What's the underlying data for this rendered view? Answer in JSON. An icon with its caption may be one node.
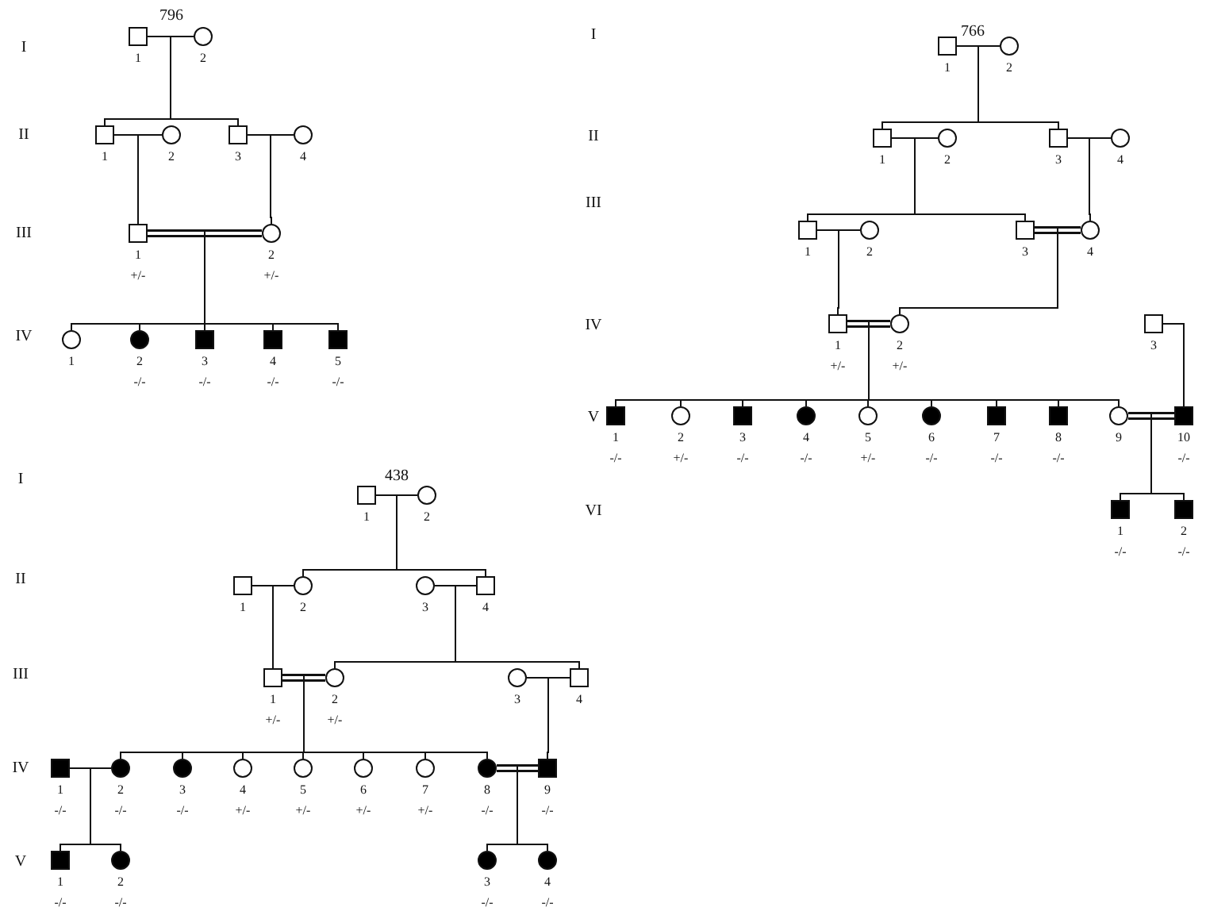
{
  "diagram": {
    "nodes": [
      {
        "text": [],
        "shape": "box",
        "beside": [
          "1"
        ]
      },
      {
        "text": [],
        "shape": "circle",
        "beside": [
          "2"
        ]
      },
      {
        "text": [],
        "shape": "box",
        "beside": [
          "1"
        ]
      },
      {
        "text": [],
        "shape": "circle",
        "beside": [
          "2"
        ]
      },
      {
        "text": [],
        "shape": "box",
        "beside": [
          "3"
        ]
      },
      {
        "text": [],
        "shape": "circle",
        "beside": [
          "4"
        ]
      },
      {
        "text": [],
        "shape": "box",
        "beside": [
          "1",
          "+/-"
        ]
      },
      {
        "text": [],
        "shape": "circle",
        "beside": [
          "2",
          "+/-"
        ]
      },
      {
        "text": [],
        "shape": "circle",
        "beside": [
          "1"
        ]
      },
      {
        "text": [],
        "shape": "circle",
        "beside": [
          "2",
          "-/-"
        ]
      },
      {
        "text": [],
        "shape": "box",
        "beside": [
          "3",
          "-/-"
        ]
      },
      {
        "text": [],
        "shape": "box",
        "beside": [
          "4",
          "-/-"
        ]
      },
      {
        "text": [],
        "shape": "box",
        "beside": [
          "5",
          "-/-"
        ]
      },
      {
        "text": [],
        "shape": "box",
        "beside": [
          "1"
        ]
      },
      {
        "text": [],
        "shape": "circle",
        "beside": [
          "2"
        ]
      },
      {
        "text": [],
        "shape": "box",
        "beside": [
          "1"
        ]
      },
      {
        "text": [],
        "shape": "circle",
        "beside": [
          "2"
        ]
      },
      {
        "text": [],
        "shape": "box",
        "beside": [
          "3"
        ]
      },
      {
        "text": [],
        "shape": "circle",
        "beside": [
          "4"
        ]
      },
      {
        "text": [],
        "shape": "box",
        "beside": [
          "1"
        ]
      },
      {
        "text": [],
        "shape": "circle",
        "beside": [
          "2"
        ]
      },
      {
        "text": [],
        "shape": "box",
        "beside": [
          "3"
        ]
      },
      {
        "text": [],
        "shape": "circle",
        "beside": [
          "4"
        ]
      },
      {
        "text": [],
        "shape": "box",
        "beside": [
          "1",
          "+/-"
        ]
      },
      {
        "text": [],
        "shape": "circle",
        "beside": [
          "2",
          "+/-"
        ]
      },
      {
        "text": [],
        "shape": "box",
        "beside": [
          "3"
        ]
      },
      {
        "text": [],
        "shape": "box",
        "beside": [
          "1",
          "-/-"
        ]
      },
      {
        "text": [],
        "shape": "circle",
        "beside": [
          "2",
          "+/-"
        ]
      },
      {
        "text": [],
        "shape": "box",
        "beside": [
          "3",
          "-/-"
        ]
      },
      {
        "text": [],
        "shape": "circle",
        "beside": [
          "4",
          "-/-"
        ]
      },
      {
        "text": [],
        "shape": "circle",
        "beside": [
          "5",
          "+/-"
        ]
      },
      {
        "text": [],
        "shape": "circle",
        "beside": [
          "6",
          "-/-"
        ]
      },
      {
        "text": [],
        "shape": "box",
        "beside": [
          "7",
          "-/-"
        ]
      },
      {
        "text": [],
        "shape": "box",
        "beside": [
          "8",
          "-/-"
        ]
      },
      {
        "text": [],
        "shape": "circle",
        "beside": [
          "9"
        ]
      },
      {
        "text": [],
        "shape": "box",
        "beside": [
          "10",
          "-/-"
        ]
      },
      {
        "text": [],
        "shape": "box",
        "beside": [
          "1",
          "-/-"
        ]
      },
      {
        "text": [],
        "shape": "box",
        "beside": [
          "2",
          "-/-"
        ]
      },
      {
        "text": [],
        "shape": "box",
        "beside": [
          "1"
        ]
      },
      {
        "text": [],
        "shape": "circle",
        "beside": [
          "2"
        ]
      },
      {
        "text": [],
        "shape": "box",
        "beside": [
          "1"
        ]
      },
      {
        "text": [],
        "shape": "circle",
        "beside": [
          "2"
        ]
      },
      {
        "text": [],
        "shape": "circle",
        "beside": [
          "3"
        ]
      },
      {
        "text": [],
        "shape": "box",
        "beside": [
          "4"
        ]
      },
      {
        "text": [],
        "shape": "box",
        "beside": [
          "1",
          "+/-"
        ]
      },
      {
        "text": [],
        "shape": "circle",
        "beside": [
          "2",
          "+/-"
        ]
      },
      {
        "text": [],
        "shape": "circle",
        "beside": [
          "3"
        ]
      },
      {
        "text": [],
        "shape": "box",
        "beside": [
          "4"
        ]
      },
      {
        "text": [],
        "shape": "box",
        "beside": [
          "1",
          "-/-"
        ]
      },
      {
        "text": [],
        "shape": "circle",
        "beside": [
          "2",
          "-/-"
        ]
      },
      {
        "text": [],
        "shape": "circle",
        "beside": [
          "3",
          "-/-"
        ]
      },
      {
        "text": [],
        "shape": "circle",
        "beside": [
          "4",
          "+/-"
        ]
      },
      {
        "text": [],
        "shape": "circle",
        "beside": [
          "5",
          "+/-"
        ]
      },
      {
        "text": [],
        "shape": "circle",
        "beside": [
          "6",
          "+/-"
        ]
      },
      {
        "text": [],
        "shape": "circle",
        "beside": [
          "7",
          "+/-"
        ]
      },
      {
        "text": [],
        "shape": "circle",
        "beside": [
          "8",
          "-/-"
        ]
      },
      {
        "text": [],
        "shape": "box",
        "beside": [
          "9",
          "-/-"
        ]
      },
      {
        "text": [],
        "shape": "box",
        "beside": [
          "1",
          "-/-"
        ]
      },
      {
        "text": [],
        "shape": "circle",
        "beside": [
          "2",
          "-/-"
        ]
      },
      {
        "text": [],
        "shape": "circle",
        "beside": [
          "3",
          "-/-"
        ]
      },
      {
        "text": [],
        "shape": "circle",
        "beside": [
          "4",
          "-/-"
        ]
      }
    ],
    "edges": [
      {
        "from": 0,
        "to": 1,
        "arrow": "none"
      },
      {
        "from": 2,
        "to": 3,
        "arrow": "none"
      },
      {
        "from": 4,
        "to": 5,
        "arrow": "none"
      },
      {
        "from": 6,
        "to": 7,
        "arrow": "none",
        "style": "thick"
      },
      {
        "from": 0,
        "to": 2,
        "arrow": "none"
      },
      {
        "from": 1,
        "to": 2,
        "arrow": "none"
      },
      {
        "from": 0,
        "to": 4,
        "arrow": "none"
      },
      {
        "from": 1,
        "to": 4,
        "arrow": "none"
      },
      {
        "from": 2,
        "to": 6,
        "arrow": "none"
      },
      {
        "from": 3,
        "to": 6,
        "arrow": "none"
      },
      {
        "from": 4,
        "to": 7,
        "arrow": "none"
      },
      {
        "from": 5,
        "to": 7,
        "arrow": "none"
      },
      {
        "from": 6,
        "to": 8,
        "arrow": "none"
      },
      {
        "from": 7,
        "to": 8,
        "arrow": "none"
      },
      {
        "from": 6,
        "to": 9,
        "arrow": "none"
      },
      {
        "from": 7,
        "to": 9,
        "arrow": "none"
      },
      {
        "from": 6,
        "to": 10,
        "arrow": "none"
      },
      {
        "from": 7,
        "to": 10,
        "arrow": "none"
      },
      {
        "from": 6,
        "to": 11,
        "arrow": "none"
      },
      {
        "from": 7,
        "to": 11,
        "arrow": "none"
      },
      {
        "from": 6,
        "to": 12,
        "arrow": "none"
      },
      {
        "from": 7,
        "to": 12,
        "arrow": "none"
      },
      {
        "from": 13,
        "to": 14,
        "arrow": "none"
      },
      {
        "from": 15,
        "to": 16,
        "arrow": "none"
      },
      {
        "from": 17,
        "to": 18,
        "arrow": "none"
      },
      {
        "from": 19,
        "to": 20,
        "arrow": "none"
      },
      {
        "from": 21,
        "to": 22,
        "arrow": "none",
        "style": "thick"
      },
      {
        "from": 23,
        "to": 24,
        "arrow": "none",
        "style": "thick"
      },
      {
        "from": 34,
        "to": 35,
        "arrow": "none",
        "style": "thick"
      },
      {
        "from": 13,
        "to": 15,
        "arrow": "none"
      },
      {
        "from": 14,
        "to": 15,
        "arrow": "none"
      },
      {
        "from": 13,
        "to": 17,
        "arrow": "none"
      },
      {
        "from": 14,
        "to": 17,
        "arrow": "none"
      },
      {
        "from": 15,
        "to": 19,
        "arrow": "none"
      },
      {
        "from": 16,
        "to": 19,
        "arrow": "none"
      },
      {
        "from": 15,
        "to": 21,
        "arrow": "none"
      },
      {
        "from": 16,
        "to": 21,
        "arrow": "none"
      },
      {
        "from": 17,
        "to": 22,
        "arrow": "none"
      },
      {
        "from": 18,
        "to": 22,
        "arrow": "none"
      },
      {
        "from": 19,
        "to": 23,
        "arrow": "none"
      },
      {
        "from": 20,
        "to": 23,
        "arrow": "none"
      },
      {
        "from": 21,
        "to": 24,
        "arrow": "none"
      },
      {
        "from": 22,
        "to": 24,
        "arrow": "none"
      },
      {
        "from": 23,
        "to": 26,
        "arrow": "none"
      },
      {
        "from": 24,
        "to": 26,
        "arrow": "none"
      },
      {
        "from": 23,
        "to": 27,
        "arrow": "none"
      },
      {
        "from": 24,
        "to": 27,
        "arrow": "none"
      },
      {
        "from": 23,
        "to": 28,
        "arrow": "none"
      },
      {
        "from": 24,
        "to": 28,
        "arrow": "none"
      },
      {
        "from": 23,
        "to": 29,
        "arrow": "none"
      },
      {
        "from": 24,
        "to": 29,
        "arrow": "none"
      },
      {
        "from": 23,
        "to": 30,
        "arrow": "none"
      },
      {
        "from": 24,
        "to": 30,
        "arrow": "none"
      },
      {
        "from": 23,
        "to": 31,
        "arrow": "none"
      },
      {
        "from": 24,
        "to": 31,
        "arrow": "none"
      },
      {
        "from": 23,
        "to": 32,
        "arrow": "none"
      },
      {
        "from": 24,
        "to": 32,
        "arrow": "none"
      },
      {
        "from": 23,
        "to": 33,
        "arrow": "none"
      },
      {
        "from": 24,
        "to": 33,
        "arrow": "none"
      },
      {
        "from": 23,
        "to": 34,
        "arrow": "none"
      },
      {
        "from": 24,
        "to": 34,
        "arrow": "none"
      },
      {
        "from": 25,
        "to": 35,
        "arrow": "none"
      },
      {
        "from": 34,
        "to": 36,
        "arrow": "none"
      },
      {
        "from": 35,
        "to": 36,
        "arrow": "none"
      },
      {
        "from": 34,
        "to": 37,
        "arrow": "none"
      },
      {
        "from": 35,
        "to": 37,
        "arrow": "none"
      },
      {
        "from": 38,
        "to": 39,
        "arrow": "none"
      },
      {
        "from": 40,
        "to": 41,
        "arrow": "none"
      },
      {
        "from": 42,
        "to": 43,
        "arrow": "none"
      },
      {
        "from": 44,
        "to": 45,
        "arrow": "none",
        "style": "thick"
      },
      {
        "from": 46,
        "to": 47,
        "arrow": "none"
      },
      {
        "from": 48,
        "to": 49,
        "arrow": "none"
      },
      {
        "from": 55,
        "to": 56,
        "arrow": "none",
        "style": "thick"
      },
      {
        "from": 38,
        "to": 41,
        "arrow": "none"
      },
      {
        "from": 39,
        "to": 41,
        "arrow": "none"
      },
      {
        "from": 38,
        "to": 43,
        "arrow": "none"
      },
      {
        "from": 39,
        "to": 43,
        "arrow": "none"
      },
      {
        "from": 40,
        "to": 44,
        "arrow": "none"
      },
      {
        "from": 41,
        "to": 44,
        "arrow": "none"
      },
      {
        "from": 42,
        "to": 45,
        "arrow": "none"
      },
      {
        "from": 43,
        "to": 45,
        "arrow": "none"
      },
      {
        "from": 42,
        "to": 47,
        "arrow": "none"
      },
      {
        "from": 43,
        "to": 47,
        "arrow": "none"
      },
      {
        "from": 44,
        "to": 49,
        "arrow": "none"
      },
      {
        "from": 45,
        "to": 49,
        "arrow": "none"
      },
      {
        "from": 44,
        "to": 50,
        "arrow": "none"
      },
      {
        "from": 45,
        "to": 50,
        "arrow": "none"
      },
      {
        "from": 44,
        "to": 51,
        "arrow": "none"
      },
      {
        "from": 45,
        "to": 51,
        "arrow": "none"
      },
      {
        "from": 44,
        "to": 52,
        "arrow": "none"
      },
      {
        "from": 45,
        "to": 52,
        "arrow": "none"
      },
      {
        "from": 44,
        "to": 53,
        "arrow": "none"
      },
      {
        "from": 45,
        "to": 53,
        "arrow": "none"
      },
      {
        "from": 44,
        "to": 54,
        "arrow": "none"
      },
      {
        "from": 45,
        "to": 54,
        "arrow": "none"
      },
      {
        "from": 44,
        "to": 55,
        "arrow": "none"
      },
      {
        "from": 45,
        "to": 55,
        "arrow": "none"
      },
      {
        "from": 46,
        "to": 56,
        "arrow": "none"
      },
      {
        "from": 47,
        "to": 56,
        "arrow": "none"
      },
      {
        "from": 48,
        "to": 57,
        "arrow": "none"
      },
      {
        "from": 49,
        "to": 57,
        "arrow": "none"
      },
      {
        "from": 48,
        "to": 58,
        "arrow": "none"
      },
      {
        "from": 49,
        "to": 58,
        "arrow": "none"
      },
      {
        "from": 55,
        "to": 59,
        "arrow": "none"
      },
      {
        "from": 56,
        "to": 59,
        "arrow": "none"
      },
      {
        "from": 55,
        "to": 60,
        "arrow": "none"
      },
      {
        "from": 56,
        "to": 60,
        "arrow": "none"
      }
    ],
    "labels": [
      "796",
      "I",
      "II",
      "III",
      "IV",
      "766",
      "I",
      "II",
      "III",
      "IV",
      "V",
      "VI",
      "I",
      "438",
      "II",
      "III",
      "IV",
      "V"
    ]
  }
}
